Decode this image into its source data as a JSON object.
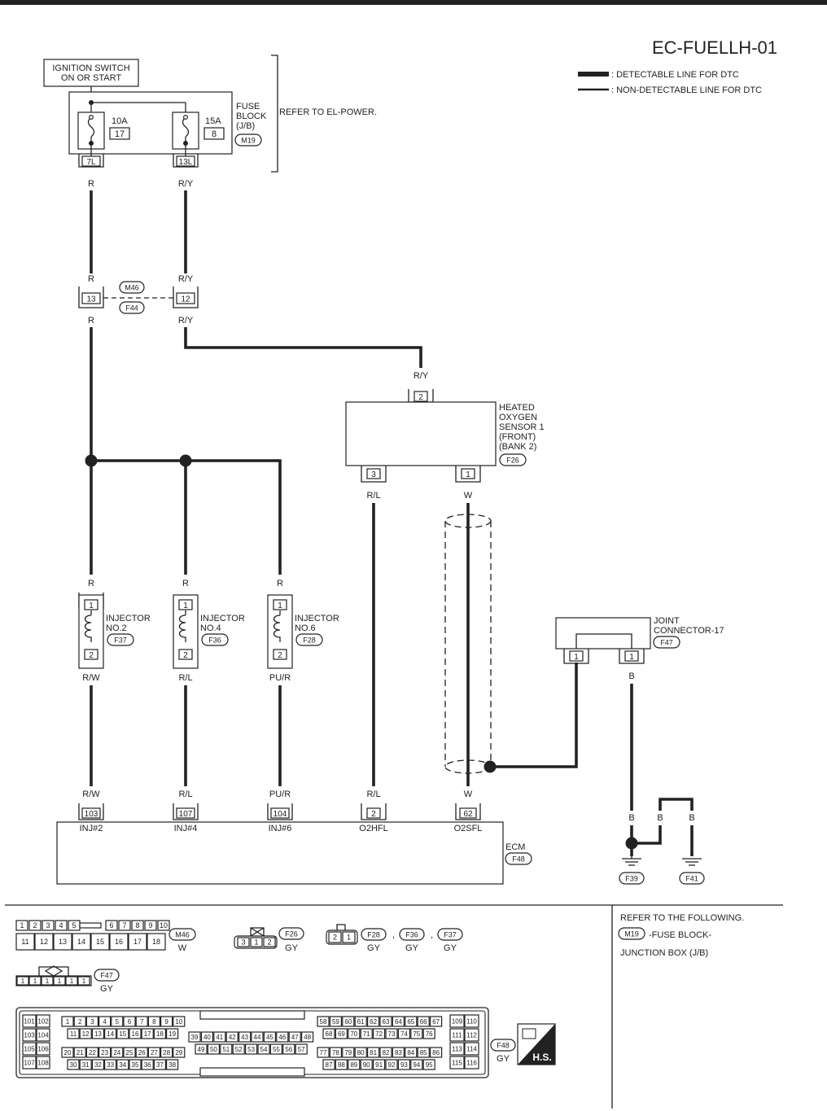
{
  "page_id": "EC-FUELLH-01",
  "legend": {
    "detectable": ": DETECTABLE LINE FOR DTC",
    "non_detectable": ": NON-DETECTABLE LINE FOR DTC"
  },
  "ignition": {
    "line1": "IGNITION SWITCH",
    "line2": "ON OR START"
  },
  "fuse_block": {
    "label1": "FUSE",
    "label2": "BLOCK",
    "label3": "(J/B)",
    "connector": "M19",
    "refer": "REFER TO EL-POWER.",
    "fuse1": {
      "amp": "10A",
      "num": "17",
      "pin": "7L"
    },
    "fuse2": {
      "amp": "15A",
      "num": "8",
      "pin": "13L"
    }
  },
  "wires": {
    "r": "R",
    "ry": "R/Y",
    "rw": "R/W",
    "rl": "R/L",
    "pur": "PU/R",
    "w": "W",
    "b": "B"
  },
  "junction": {
    "pin_left": "13",
    "pin_right": "12",
    "conn_top": "M46",
    "conn_bottom": "F44"
  },
  "sensor": {
    "line1": "HEATED",
    "line2": "OXYGEN",
    "line3": "SENSOR 1",
    "line4": "(FRONT)",
    "line5": "(BANK 2)",
    "connector": "F26",
    "pin_top": "2",
    "pin_left": "3",
    "pin_right": "1"
  },
  "injectors": [
    {
      "line1": "INJECTOR",
      "line2": "NO.2",
      "connector": "F37",
      "pin1": "1",
      "pin2": "2"
    },
    {
      "line1": "INJECTOR",
      "line2": "NO.4",
      "connector": "F36",
      "pin1": "1",
      "pin2": "2"
    },
    {
      "line1": "INJECTOR",
      "line2": "NO.6",
      "connector": "F28",
      "pin1": "1",
      "pin2": "2"
    }
  ],
  "joint": {
    "line1": "JOINT",
    "line2": "CONNECTOR-17",
    "connector": "F47",
    "pin1": "1",
    "pin2": "1"
  },
  "ecm": {
    "label": "ECM",
    "connector": "F48",
    "pins": [
      {
        "num": "103",
        "name": "INJ#2"
      },
      {
        "num": "107",
        "name": "INJ#4"
      },
      {
        "num": "104",
        "name": "INJ#6"
      },
      {
        "num": "2",
        "name": "O2HFL"
      },
      {
        "num": "62",
        "name": "O2SFL"
      }
    ]
  },
  "grounds": {
    "g1": "F39",
    "g2": "F41"
  },
  "refer_following": {
    "line1": "REFER TO THE FOLLOWING.",
    "conn": "M19",
    "line2": "-FUSE BLOCK-",
    "line3": "JUNCTION BOX (J/B)"
  },
  "connectors": {
    "m46_top": [
      "1",
      "2",
      "3",
      "4",
      "5",
      "6",
      "7",
      "8",
      "9",
      "10"
    ],
    "m46_bottom": [
      "11",
      "12",
      "13",
      "14",
      "15",
      "16",
      "17",
      "18"
    ],
    "m46_name": "M46",
    "m46_color": "W",
    "f26_pins": [
      "3",
      "1",
      "2"
    ],
    "f26_name": "F26",
    "f26_color": "GY",
    "inj_pins": [
      "2",
      "1"
    ],
    "inj_conns": [
      {
        "name": "F28",
        "color": "GY"
      },
      {
        "name": "F36",
        "color": "GY"
      },
      {
        "name": "F37",
        "color": "GY"
      }
    ],
    "comma": ",",
    "f47_pins": [
      "1",
      "1",
      "1",
      "1",
      "1",
      "1"
    ],
    "f47_name": "F47",
    "f47_color": "GY",
    "f48_name": "F48",
    "f48_color": "GY",
    "hs": "H.S."
  },
  "colors": {
    "ink": "#222222",
    "background": "#ffffff"
  }
}
